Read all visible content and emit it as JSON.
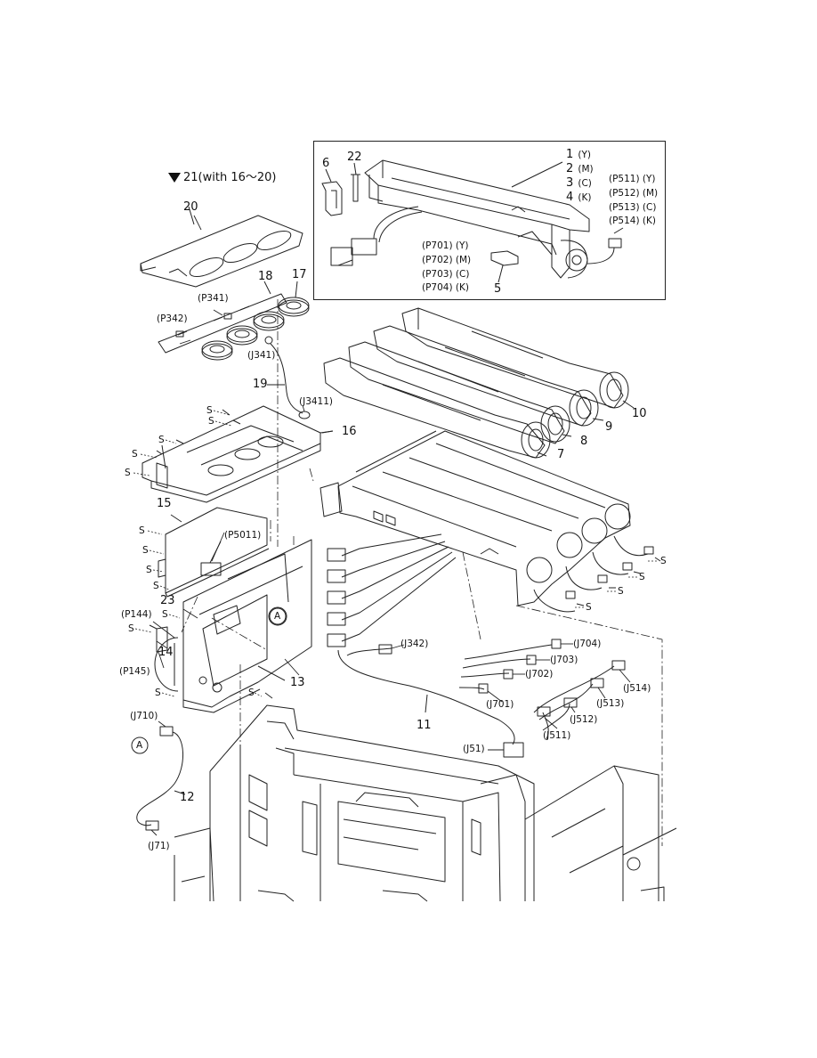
{
  "header": {
    "symbol": "▼",
    "text": "21(with 16～20)"
  },
  "inset": {
    "colored_parts": [
      {
        "num": "1",
        "code": "(Y)"
      },
      {
        "num": "2",
        "code": "(M)"
      },
      {
        "num": "3",
        "code": "(C)"
      },
      {
        "num": "4",
        "code": "(K)"
      }
    ],
    "right_connectors": [
      "(P511) (Y)",
      "(P512) (M)",
      "(P513) (C)",
      "(P514) (K)"
    ],
    "mid_connectors": [
      "(P701) (Y)",
      "(P702) (M)",
      "(P703) (C)",
      "(P704) (K)"
    ],
    "labels": {
      "n6": "6",
      "n22": "22",
      "n5": "5"
    }
  },
  "parts": {
    "n20": "20",
    "n18": "18",
    "n17": "17",
    "n19": "19",
    "n16": "16",
    "n15": "15",
    "n23": "23",
    "n14": "14",
    "n13": "13",
    "n11": "11",
    "n12": "12",
    "n10": "10",
    "n9": "9",
    "n8": "8",
    "n7": "7"
  },
  "connectors": {
    "p341": "(P341)",
    "p342": "(P342)",
    "j341": "(J341)",
    "j3411": "(J3411)",
    "p5011": "(P5011)",
    "p144": "(P144)",
    "p145": "(P145)",
    "j342": "(J342)",
    "j704": "(J704)",
    "j703": "(J703)",
    "j702": "(J702)",
    "j701": "(J701)",
    "j514": "(J514)",
    "j513": "(J513)",
    "j512": "(J512)",
    "j511": "(J511)",
    "j51": "(J51)",
    "j710": "(J710)",
    "j71": "(J71)"
  },
  "markers": {
    "circle_a": "A",
    "screw": "S"
  }
}
